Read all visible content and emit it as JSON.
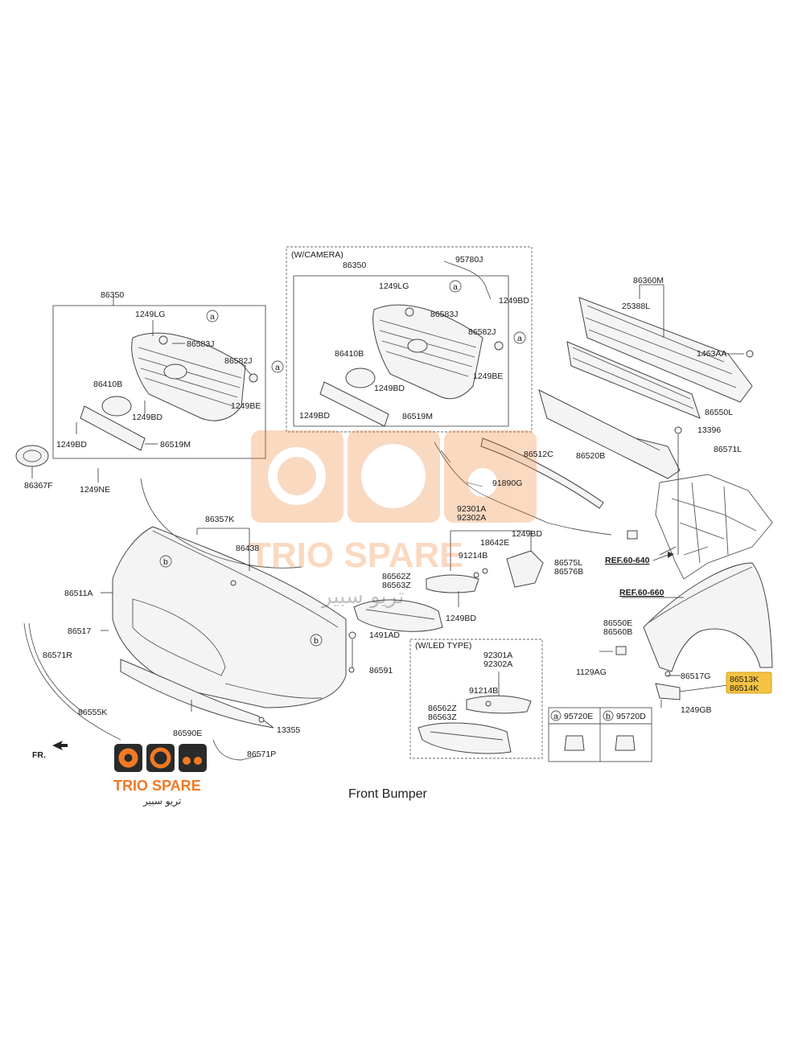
{
  "caption": "Front Bumper",
  "direction_label": "FR.",
  "brand": {
    "name": "TRIO SPARE",
    "arabic": "تريو سبير",
    "primary_color": "#f07a24",
    "dark_color": "#2a2a2a"
  },
  "boxes": {
    "camera": "(W/CAMERA)",
    "led": "(W/LED TYPE)"
  },
  "legend": {
    "a_symbol": "a",
    "a_part": "95720E",
    "b_symbol": "b",
    "b_part": "95720D"
  },
  "highlight": {
    "line1": "86513K",
    "line2": "86514K",
    "color": "#f5c242"
  },
  "labels": {
    "grille_86350": "86350",
    "grille_1249LG": "1249LG",
    "grille_86583J": "86583J",
    "grille_86582J": "86582J",
    "grille_86410B": "86410B",
    "grille_1249BD_a": "1249BD",
    "grille_1249BE": "1249BE",
    "grille_1249BD_b": "1249BD",
    "grille_86519M": "86519M",
    "grille_1249NE": "1249NE",
    "emblem_86367F": "86367F",
    "cam_86350": "86350",
    "cam_95780J": "95780J",
    "cam_1249LG": "1249LG",
    "cam_1249BD_top": "1249BD",
    "cam_86583J": "86583J",
    "cam_86582J": "86582J",
    "cam_86410B": "86410B",
    "cam_1249BE": "1249BE",
    "cam_1249BD_mid": "1249BD",
    "cam_1249BD_low": "1249BD",
    "cam_86519M": "86519M",
    "beam_86360M": "86360M",
    "beam_25388L": "25388L",
    "beam_1463AA": "1463AA",
    "beam_86550L": "86550L",
    "beam_13396": "13396",
    "beam_86520B": "86520B",
    "beam_86571L": "86571L",
    "grille_86512C": "86512C",
    "wire_91890G": "91890G",
    "lamp_92301A": "92301A",
    "lamp_92302A": "92302A",
    "lamp_1249BD": "1249BD",
    "lamp_18642E": "18642E",
    "lamp_91214B": "91214B",
    "lamp_86575L": "86575L",
    "lamp_86576B": "86576B",
    "lamp_86562Z": "86562Z",
    "lamp_86563Z": "86563Z",
    "lamp_1249BD_low": "1249BD",
    "ref_640": "REF.60-640",
    "ref_660": "REF.60-660",
    "mold_86357K": "86357K",
    "mold_86438": "86438",
    "bumper_86511A": "86511A",
    "bumper_86517": "86517",
    "bumper_86571R": "86571R",
    "bumper_1491AD": "1491AD",
    "bumper_86591": "86591",
    "bumper_86555K": "86555K",
    "bumper_86590E": "86590E",
    "bumper_13355": "13355",
    "bumper_86571P": "86571P",
    "led_92301A": "92301A",
    "led_92302A": "92302A",
    "led_91214B": "91214B",
    "led_86562Z": "86562Z",
    "led_86563Z": "86563Z",
    "fender_86550E": "86550E",
    "fender_86560B": "86560B",
    "fender_1129AG": "1129AG",
    "fender_86517G": "86517G",
    "fender_1249GB": "1249GB"
  }
}
